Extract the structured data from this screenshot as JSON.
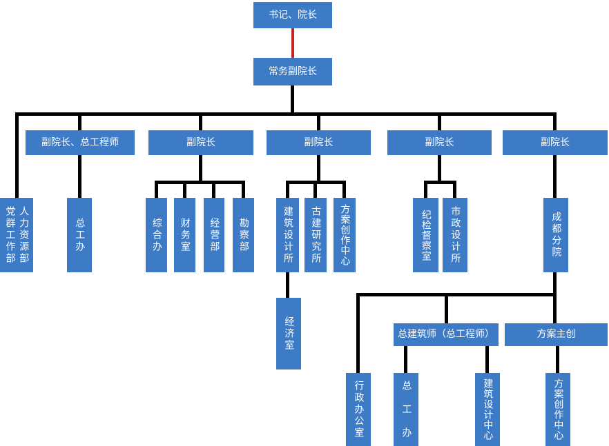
{
  "diagram": {
    "type": "org-chart",
    "title": ""
  },
  "colors": {
    "node_fill": "#3d7bc6",
    "node_text": "#ffffff",
    "connector": "#000000",
    "special_connector": "#c0261e"
  },
  "nodes": {
    "root": "书记、院长",
    "evp": "常务副院长",
    "vp1": "副院长、总工程师",
    "vp2": "副院长",
    "vp3": "副院长",
    "vp4": "副院长",
    "vp5": "副院长",
    "party_masses_dept": "党群工作部",
    "hr_dept": "人力资源部",
    "chief_eng_office": "总工办",
    "general_office": "综合办",
    "finance_office": "财务室",
    "business_dept": "经营部",
    "survey_dept": "勘察部",
    "arch_design_institute": "建筑设计所",
    "ancient_arch_institute": "古建研究所",
    "scheme_creation_center_1": "方案创作中心",
    "discipline_inspection_office": "纪检督察室",
    "municipal_design_institute": "市政设计所",
    "chengdu_branch": "成都分院",
    "economy_office": "经济室",
    "chief_architect": "总建筑师（总工程师）",
    "scheme_lead": "方案主创",
    "admin_office": "行政办公室",
    "chief_eng_office_2": "总　工　办",
    "arch_design_center": "建筑设计中心",
    "scheme_creation_center_2": "方案创作中心"
  },
  "edges": [
    {
      "from": "root",
      "to": "evp",
      "style": "red"
    },
    {
      "from": "evp",
      "to": "party_masses_dept/hr_dept"
    },
    {
      "from": "evp",
      "to": "vp1"
    },
    {
      "from": "evp",
      "to": "vp2"
    },
    {
      "from": "evp",
      "to": "vp3"
    },
    {
      "from": "evp",
      "to": "vp4"
    },
    {
      "from": "evp",
      "to": "vp5"
    },
    {
      "from": "vp1",
      "to": "chief_eng_office"
    },
    {
      "from": "vp2",
      "to": "general_office"
    },
    {
      "from": "vp2",
      "to": "finance_office"
    },
    {
      "from": "vp2",
      "to": "business_dept"
    },
    {
      "from": "vp2",
      "to": "survey_dept"
    },
    {
      "from": "vp3",
      "to": "arch_design_institute"
    },
    {
      "from": "vp3",
      "to": "ancient_arch_institute"
    },
    {
      "from": "vp3",
      "to": "scheme_creation_center_1"
    },
    {
      "from": "vp4",
      "to": "discipline_inspection_office"
    },
    {
      "from": "vp4",
      "to": "municipal_design_institute"
    },
    {
      "from": "vp5",
      "to": "chengdu_branch"
    },
    {
      "from": "arch_design_institute",
      "to": "economy_office"
    },
    {
      "from": "chengdu_branch",
      "to": "admin_office"
    },
    {
      "from": "chengdu_branch",
      "to": "chief_architect"
    },
    {
      "from": "chengdu_branch",
      "to": "scheme_lead"
    },
    {
      "from": "chief_architect",
      "to": "chief_eng_office_2"
    },
    {
      "from": "chief_architect",
      "to": "arch_design_center"
    },
    {
      "from": "scheme_lead",
      "to": "scheme_creation_center_2"
    }
  ]
}
